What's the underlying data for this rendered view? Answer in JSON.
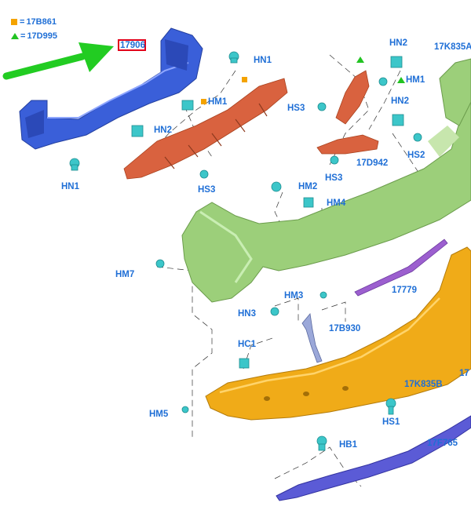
{
  "legend": {
    "square_code": "17B861",
    "triangle_code": "17D995",
    "square_prefix": "=",
    "triangle_prefix": "="
  },
  "highlighted_part": "17906",
  "colors": {
    "label": "#1f6fd6",
    "callout_border": "#e2001a",
    "arrow": "#22cc22",
    "reinforcement": "#3a5fd9",
    "absorber": "#d9623f",
    "cover": "#9ccf7a",
    "fascia_lower": "#f0ab18",
    "skid_plate": "#5b5bd6",
    "fastener": "#3cc6c9"
  },
  "labels": {
    "hn1_top": "HN1",
    "hn1_left": "HN1",
    "hn2_top": "HN2",
    "hn2_left": "HN2",
    "hn2_mid": "HN2",
    "hn3": "HN3",
    "hm1_left": "HM1",
    "hm1_right": "HM1",
    "hm2": "HM2",
    "hm3": "HM3",
    "hm4": "HM4",
    "hm5": "HM5",
    "hm7": "HM7",
    "hs2": "HS2",
    "hs3_top": "HS3",
    "hs3_mid": "HS3",
    "hs3_left": "HS3",
    "hs1": "HS1",
    "hc1": "HC1",
    "hb1": "HB1",
    "p17k835a": "17K835A",
    "p17d942": "17D942",
    "p17779": "17779",
    "p17b930": "17B930",
    "p17k835b": "17K835B",
    "p17f765": "17F765",
    "p17_cut": "17"
  }
}
